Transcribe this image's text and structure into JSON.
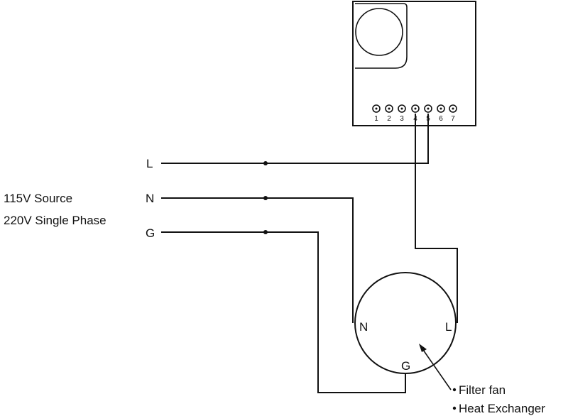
{
  "source": {
    "line1": "115V Source",
    "line2": "220V Single Phase"
  },
  "lines": {
    "l": "L",
    "n": "N",
    "g": "G"
  },
  "terminal_block": {
    "terminals": [
      "1",
      "2",
      "3",
      "4",
      "5",
      "6",
      "7"
    ]
  },
  "fan": {
    "n_label": "N",
    "l_label": "L",
    "g_label": "G"
  },
  "legend": {
    "item1": "Filter fan",
    "item2": "Heat Exchanger"
  }
}
